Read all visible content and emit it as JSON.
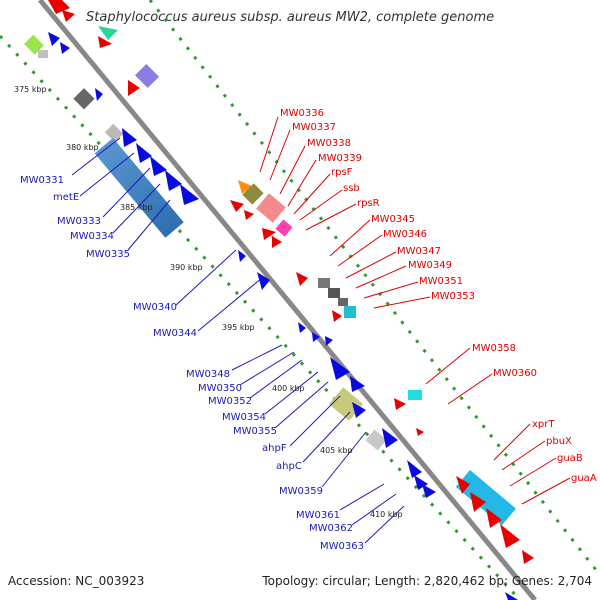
{
  "header": {
    "title": "Staphylococcus aureus subsp. aureus MW2, complete genome"
  },
  "footer": {
    "accession": "Accession: NC_003923",
    "summary": "Topology: circular; Length: 2,820,462 bp; Genes: 2,704"
  },
  "ticks": [
    "375 kbp",
    "380 kbp",
    "385 kbp",
    "390 kbp",
    "395 kbp",
    "400 kbp",
    "405 kbp",
    "410 kbp"
  ],
  "genes_left": [
    "MW0331",
    "metE",
    "MW0333",
    "MW0334",
    "MW0335",
    "MW0340",
    "MW0344",
    "MW0348",
    "MW0350",
    "MW0352",
    "MW0354",
    "MW0355",
    "ahpF",
    "ahpC",
    "MW0359",
    "MW0361",
    "MW0362",
    "MW0363"
  ],
  "genes_right": [
    "MW0336",
    "MW0337",
    "MW0338",
    "MW0339",
    "rpsF",
    "ssb",
    "rpsR",
    "MW0345",
    "MW0346",
    "MW0347",
    "MW0349",
    "MW0351",
    "MW0353",
    "MW0358",
    "MW0360",
    "xprT",
    "pbuX",
    "guaB",
    "guaA"
  ],
  "colors": {
    "forward_strand": "#e80000",
    "reverse_strand": "#0a0ae0",
    "backbone": "#888888",
    "tick_dots": "#2e9a2e",
    "label_left": "#1a1ab8",
    "label_right": "#e00000"
  }
}
